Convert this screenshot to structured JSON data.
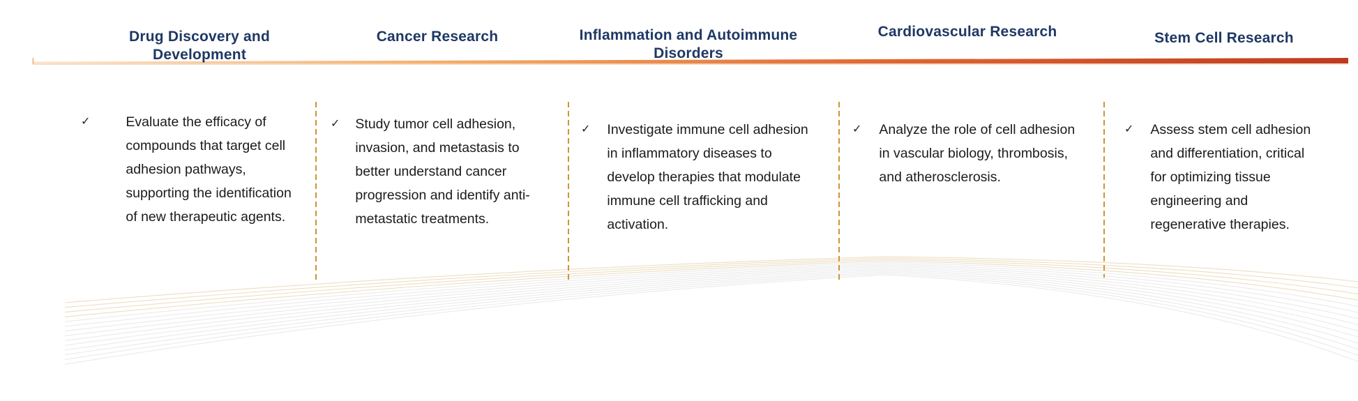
{
  "theme": {
    "heading_color": "#1F3864",
    "body_color": "#1B1B1B",
    "divider_color": "#CE9434",
    "bar_gradient": [
      "#FBE4CD",
      "#F3AC68",
      "#DF6531",
      "#BE3A1E"
    ],
    "wave_tan": "#E6D3AE",
    "wave_gray": "#DFDFDF"
  },
  "checkmark": "✓",
  "columns": [
    {
      "heading": "Drug Discovery and Development",
      "lines": [
        "Evaluate the efficacy of",
        "compounds that target cell",
        "adhesion pathways,",
        "supporting the identification",
        "of new therapeutic agents."
      ]
    },
    {
      "heading": "Cancer Research",
      "lines": [
        "Study tumor cell adhesion,",
        "invasion, and metastasis to",
        "better understand cancer",
        "progression and identify anti-",
        "metastatic treatments."
      ]
    },
    {
      "heading": [
        "Inflammation and Autoimmune",
        "Disorders"
      ],
      "lines": [
        "Investigate immune cell adhesion",
        "in inflammatory diseases to",
        "develop therapies that modulate",
        "immune cell trafficking and",
        "activation."
      ]
    },
    {
      "heading": "Cardiovascular Research",
      "lines": [
        "Analyze the role of cell adhesion",
        "in vascular biology, thrombosis,",
        "and atherosclerosis."
      ]
    },
    {
      "heading": "Stem Cell Research",
      "lines": [
        "Assess stem cell adhesion",
        "and differentiation, critical",
        "for optimizing tissue",
        "engineering and",
        "regenerative therapies."
      ]
    }
  ]
}
